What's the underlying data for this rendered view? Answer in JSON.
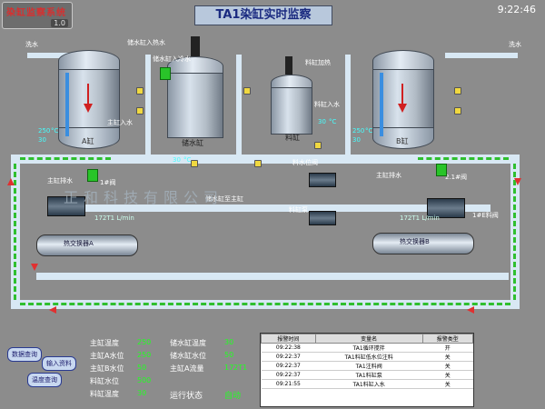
{
  "header": {
    "logo_text": "染缸监察系统",
    "logo_sub": "1.0",
    "title": "TA1染缸实时监察",
    "clock": "9:22:46"
  },
  "diagram": {
    "wash_left": "洗水",
    "wash_right": "洗水",
    "main_left_label": "A缸",
    "main_right_label": "B缸",
    "storage_label": "储水缸",
    "material_label": "料缸",
    "storage_in": "储水缸入热水",
    "storage_in2": "储水缸入冷水",
    "storage_out": "主缸入水",
    "material_heat": "料缸加热",
    "material_in": "料缸入水",
    "temp_left": "250",
    "temp_left_unit": "°C",
    "temp_left2": "30",
    "temp_storage": "30",
    "temp_storage_unit": "°C",
    "temp_material": "30",
    "temp_material_unit": "°C",
    "temp_right": "250",
    "temp_right_unit": "°C",
    "temp_right2": "30",
    "drain_left": "主缸排水",
    "drain_right": "主缸排水",
    "valve_left": "1#阀",
    "valve_right": "2.1#阀",
    "hx_left": "热交换器A",
    "hx_right": "热交换器B",
    "flow_left": "172T1 L/min",
    "flow_right": "172T1 L/min",
    "valve_right2": "1#E料阀",
    "storage_valve": "储水缸至主缸",
    "water_level": "料水位阀",
    "water_level2": "料缸泵",
    "watermark": "正和科技有限公司"
  },
  "status": {
    "rows": [
      {
        "label": "主缸温度",
        "value": "250",
        "label2": "储水缸温度",
        "value2": "30"
      },
      {
        "label": "主缸A水位",
        "value": "250",
        "label2": "储水缸水位",
        "value2": "50"
      },
      {
        "label": "主缸B水位",
        "value": "50",
        "label2": "主缸A流量",
        "value2": "172T1"
      },
      {
        "label": "料缸水位",
        "value": "500",
        "label2": "",
        "value2": ""
      },
      {
        "label": "料缸温度",
        "value": "30",
        "label2": "运行状态",
        "value2": "自动"
      }
    ]
  },
  "alarms": {
    "headers": [
      "报警时间",
      "变量名",
      "报警类型"
    ],
    "rows": [
      {
        "time": "09:22:38",
        "name": "TA1循环搅拌",
        "type": "开"
      },
      {
        "time": "09:22:37",
        "name": "TA1料缸低水位注料",
        "type": "关"
      },
      {
        "time": "09:22:37",
        "name": "TA1注料阀",
        "type": "关"
      },
      {
        "time": "09:22:37",
        "name": "TA1料缸泵",
        "type": "关"
      },
      {
        "time": "09:21:55",
        "name": "TA1料缸入水",
        "type": "关"
      }
    ]
  },
  "nav": {
    "data_query": "数据查询",
    "input_data": "输入资料",
    "temp_query": "温度查询"
  }
}
